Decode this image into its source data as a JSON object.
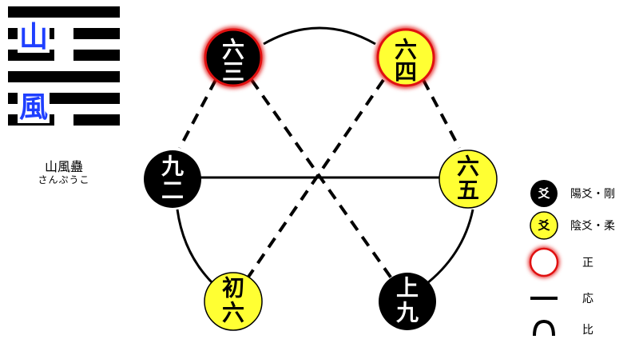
{
  "hexagram": {
    "upper_char": "山",
    "lower_char": "風",
    "name": "山風蠱",
    "reading": "さんぷうこ",
    "lines_top_to_bottom": [
      "yang",
      "yin",
      "yin",
      "yang",
      "yang",
      "yin"
    ]
  },
  "nodes": [
    {
      "id": "rokusan",
      "chars": [
        "六",
        "三"
      ],
      "type": "yang",
      "correct": true
    },
    {
      "id": "rokushi",
      "chars": [
        "六",
        "四"
      ],
      "type": "yin",
      "correct": true
    },
    {
      "id": "kyuuji",
      "chars": [
        "九",
        "二"
      ],
      "type": "yang",
      "correct": false
    },
    {
      "id": "rokugo",
      "chars": [
        "六",
        "五"
      ],
      "type": "yin",
      "correct": false
    },
    {
      "id": "shoroku",
      "chars": [
        "初",
        "六"
      ],
      "type": "yin",
      "correct": false
    },
    {
      "id": "joukyuu",
      "chars": [
        "上",
        "九"
      ],
      "type": "yang",
      "correct": false
    }
  ],
  "legend": {
    "badge_char": "爻",
    "yang_label": "陽爻・剛",
    "yin_label": "陰爻・柔",
    "correct_label": "正",
    "correspond_label": "応",
    "adjacent_label": "比"
  },
  "colors": {
    "yang_fill": "#000000",
    "yin_fill": "#ffff33",
    "correct_glow": "#e01010",
    "hexagram_text": "#1f3fff"
  }
}
